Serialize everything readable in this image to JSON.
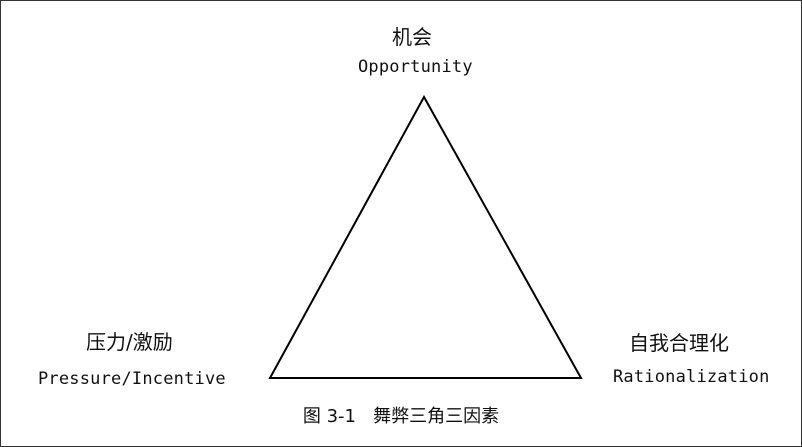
{
  "diagram": {
    "top_vertex": {
      "label_cn": "机会",
      "label_en": "Opportunity"
    },
    "left_vertex": {
      "label_cn": "压力/激励",
      "label_en": "Pressure/Incentive"
    },
    "right_vertex": {
      "label_cn": "自我合理化",
      "label_en": "Rationalization"
    },
    "caption": "图 3-1   舞弊三角三因素",
    "colors": {
      "line": "#000000",
      "text": "#111111",
      "frame": "#333333"
    }
  }
}
